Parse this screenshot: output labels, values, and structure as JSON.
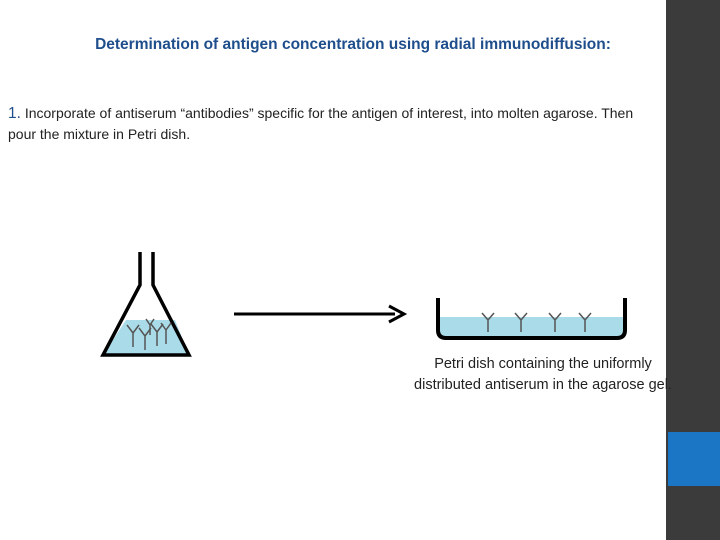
{
  "title": "Determination of antigen concentration using radial immunodiffusion:",
  "step": {
    "number": "1.",
    "text": "Incorporate of antiserum “antibodies” specific for the antigen of interest,  into molten agarose.  Then pour the mixture in Petri dish."
  },
  "caption": "Petri dish containing the uniformly distributed antiserum in the agarose gel.",
  "colors": {
    "gel": "#a9dbe9",
    "outline": "#000000",
    "antibody": "#555555",
    "sidebar": "#3b3b3b",
    "accent": "#1b76c6",
    "title": "#1f4e8c"
  },
  "icons": [
    "flask-icon",
    "arrow-right-icon",
    "petri-dish-icon",
    "antibody-icon"
  ]
}
